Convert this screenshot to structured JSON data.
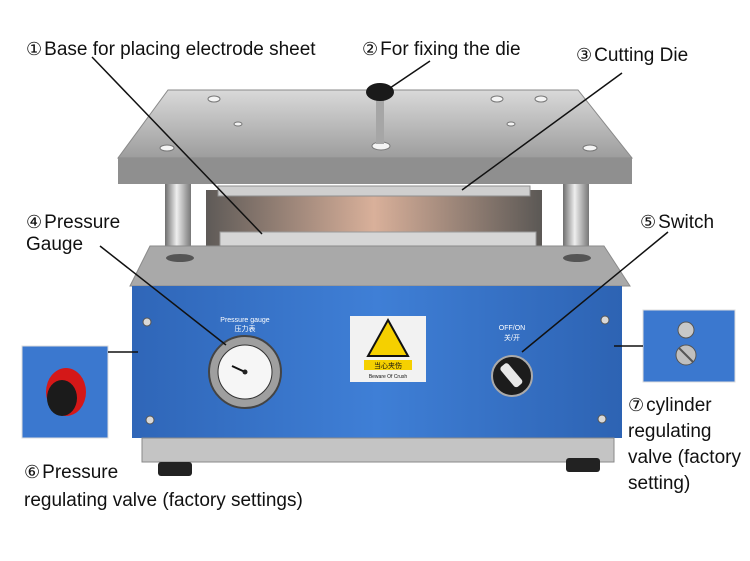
{
  "labels": {
    "l1": {
      "num": "①",
      "text": "Base for placing electrode sheet"
    },
    "l2": {
      "num": "②",
      "text": "For fixing the die"
    },
    "l3": {
      "num": "③",
      "text": "Cutting Die"
    },
    "l4": {
      "num": "④",
      "line1": "Pressure",
      "line2": "Gauge"
    },
    "l5": {
      "num": "⑤",
      "text": "Switch"
    },
    "l6": {
      "num": "⑥",
      "line1": "Pressure",
      "line2": "regulating valve (factory settings)"
    },
    "l7": {
      "num": "⑦",
      "line1": "cylinder",
      "line2": "regulating",
      "line3": "valve (factory",
      "line4": "setting)"
    }
  },
  "machine": {
    "gauge_title": "Pressure gauge",
    "gauge_cn": "压力表",
    "switch_title": "OFF/ON",
    "switch_cn": "关/开",
    "warning_cn": "当心夹伤",
    "warning_en": "Beware Of Crush"
  },
  "colors": {
    "blue_panel": "#3b78cf",
    "steel": "#b9b9b9",
    "warning_yellow": "#f5d000",
    "valve_red": "#d41818"
  }
}
